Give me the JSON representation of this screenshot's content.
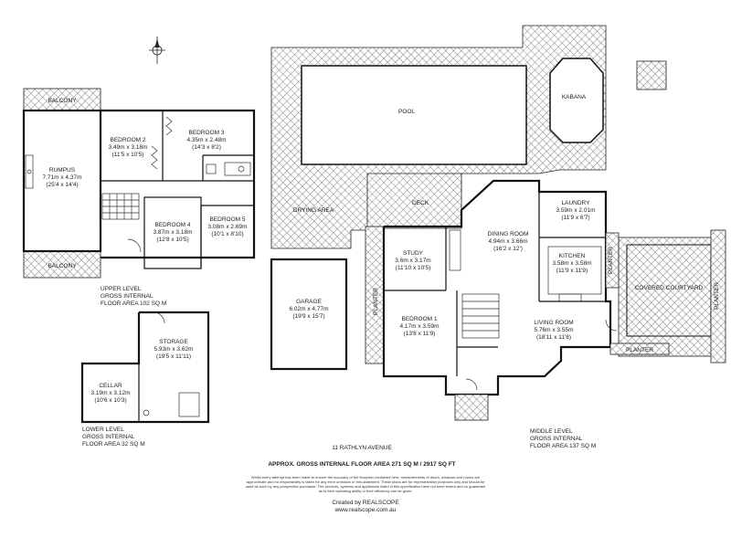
{
  "address": "11 RATHLYN AVENUE",
  "total_area": "APPROX. GROSS INTERNAL FLOOR AREA 271 SQ M / 2917 SQ FT",
  "disclaimer": [
    "Whilst every attempt has been made to ensure the accuracy of the floorplan contained here, measurements of doors, windows and rooms are",
    "approximate and no responsibility is taken for any error omission or mis-statement. These plans are for representation purposes only and should be",
    "used as such by any prospective purchaser. The services, systems and appliances listed in this specification have not been tested and no guarantee",
    "as to their operating ability or their efficiency can be given."
  ],
  "credit": {
    "created_by": "Created by REALSCOPE",
    "website": "www.realscope.com.au"
  },
  "upper_level": {
    "caption": [
      "UPPER LEVEL",
      "GROSS INTERNAL",
      "FLOOR AREA 102 SQ M"
    ],
    "rooms": {
      "balcony_top": "BALCONY",
      "balcony_bottom": "BALCONY",
      "rumpus": {
        "name": "RUMPUS",
        "metric": "7.71m x 4.37m",
        "imperial": "(25'4 x 14'4)"
      },
      "bedroom2": {
        "name": "BEDROOM 2",
        "metric": "3.49m x 3.18m",
        "imperial": "(11'5 x 10'5)"
      },
      "bedroom3": {
        "name": "BEDROOM 3",
        "metric": "4.35m x 2.48m",
        "imperial": "(14'3 x 8'2)"
      },
      "bedroom4": {
        "name": "BEDROOM 4",
        "metric": "3.87m x 3.18m",
        "imperial": "(12'8 x 10'5)"
      },
      "bedroom5": {
        "name": "BEDROOM 5",
        "metric": "3.08m x 2.69m",
        "imperial": "(10'1 x 8'10)"
      }
    }
  },
  "lower_level": {
    "caption": [
      "LOWER LEVEL",
      "GROSS INTERNAL",
      "FLOOR AREA 32 SQ M"
    ],
    "rooms": {
      "storage": {
        "name": "STORAGE",
        "metric": "5.93m x 3.62m",
        "imperial": "(19'5 x 11'11)"
      },
      "cellar": {
        "name": "CELLAR",
        "metric": "3.19m x 3.12m",
        "imperial": "(10'6 x 10'3)"
      }
    }
  },
  "middle_level": {
    "caption": [
      "MIDDLE LEVEL",
      "GROSS INTERNAL",
      "FLOOR AREA 137 SQ M"
    ],
    "rooms": {
      "pool": "POOL",
      "kabana": "KABANA",
      "deck": "DECK",
      "drying_area": "DRYING AREA",
      "garage": {
        "name": "GARAGE",
        "metric": "6.02m x 4.77m",
        "imperial": "(19'9 x 15'7)"
      },
      "planter_left": "PLANTER",
      "study": {
        "name": "STUDY",
        "metric": "3.6m x 3.17m",
        "imperial": "(11'10 x 10'5)"
      },
      "bedroom1": {
        "name": "BEDROOM 1",
        "metric": "4.17m x 3.59m",
        "imperial": "(13'8 x 11'9)"
      },
      "dining": {
        "name": "DINING ROOM",
        "metric": "4.94m x 3.66m",
        "imperial": "(16'2 x 12')"
      },
      "laundry": {
        "name": "LAUNDRY",
        "metric": "3.59m x 2.01m",
        "imperial": "(11'9 x 6'7)"
      },
      "kitchen": {
        "name": "KITCHEN",
        "metric": "3.58m x 3.58m",
        "imperial": "(11'9 x 11'9)"
      },
      "living": {
        "name": "LIVING ROOM",
        "metric": "5.76m x 3.55m",
        "imperial": "(18'11 x 11'8)"
      },
      "planter_kitchen": "PLANTER",
      "planter_right": "PLANTER",
      "planter_bottom": "PLANTER",
      "courtyard": "COVERED COURTYARD"
    }
  }
}
